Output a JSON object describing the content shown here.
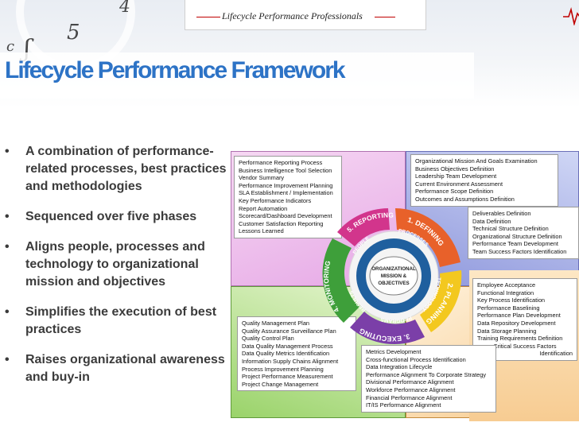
{
  "header": {
    "brand": "Lifecycle Performance Professionals",
    "title": "Lifecycle Performance Framework"
  },
  "bullets": [
    "A combination of performance-related processes, best practices and methodologies",
    "Sequenced over five phases",
    "Aligns people, processes and technology to organizational mission and objectives",
    "Simplifies the execution of best practices",
    "Raises organizational awareness and buy-in"
  ],
  "diagram": {
    "center_lines": [
      "ORGANIZATIONAL",
      "MISSION &",
      "OBJECTIVES"
    ],
    "phases": [
      "1. DEFINING",
      "2. PLANNING",
      "3. EXECUTING",
      "4. MONITORING",
      "5. REPORTING"
    ],
    "inner_labels": [
      "PEOPLE",
      "PROCESSES",
      "TECHNOLOGY",
      "PROGRAMS",
      "RESULTS"
    ],
    "reporting_items": [
      "Performance Reporting Process",
      "Business Intelligence Tool Selection",
      "Vendor Summary",
      "Performance Improvement Planning",
      "SLA Establishment / Implementation",
      "Key Performance Indicators",
      "Report Automation",
      "Scorecard/Dashboard Development",
      "Customer Satisfaction Reporting",
      "Lessons Learned"
    ],
    "defining_items": [
      "Organizational Mission And Goals Examination",
      "Business Objectives Definition",
      "Leadership Team Development",
      "Current Environment Assessment",
      "Performance Scope Definition",
      "Outcomes and Assumptions Definition"
    ],
    "defining_items_2": [
      "Deliverables Definition",
      "Data Definition",
      "Technical Structure Definition",
      "Organizational Structure Definition",
      "Performance Team Development",
      "Team Success Factors Identification"
    ],
    "planning_items": [
      "Employee Acceptance",
      "Functional Integration",
      "Key Process Identification",
      "Performance Baselining",
      "Performance Plan Development",
      "Data Repository Development",
      "Data Storage Planning",
      "Training Requirements Definition",
      "Critical Success Factors",
      "Identification"
    ],
    "monitoring_items": [
      "Quality Management Plan",
      "Quality Assurance Surveillance Plan",
      "Quality Control Plan",
      "Data Quality Management Process",
      "Data Quality Metrics Identification",
      "Information Supply Chains Alignment",
      "Process Improvement Planning",
      "Project Performance Measurement",
      "Project Change Management"
    ],
    "executing_items": [
      "Metrics Development",
      "Cross-functional Process Identification",
      "Data Integration Lifecycle",
      "Performance Alignment To Corporate Strategy",
      "Divisional Performance Alignment",
      "Workforce Performance Alignment",
      "Financial Performance Alignment",
      "IT/IS Performance Alignment"
    ]
  },
  "colors": {
    "title": "#2d73c6",
    "defining": "#e8612a",
    "planning": "#f3c81f",
    "executing": "#7b3fa8",
    "monitoring": "#3e9f3a",
    "reporting": "#d2358c",
    "center": "#1f5f9e"
  }
}
